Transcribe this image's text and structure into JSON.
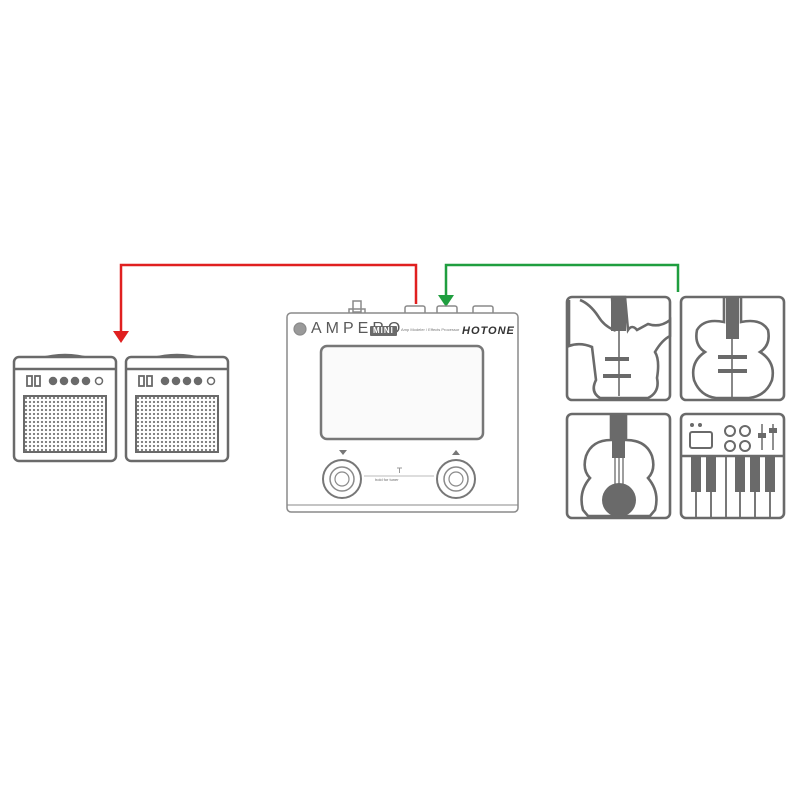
{
  "device": {
    "brand_name": "AMPERO",
    "model_badge": "MINI",
    "description": "Amp Modeler / Effects Processor",
    "maker": "HOTONE",
    "tuner_label": "hold for tuner"
  },
  "connections": {
    "output_color": "#e02020",
    "input_color": "#1f9e3f",
    "line_color": "#6a6a6a"
  },
  "icons": {
    "amplifiers": [
      "amplifier-icon",
      "amplifier-icon"
    ],
    "instruments": [
      "electric-guitar-icon",
      "acoustic-guitar-icon",
      "classical-guitar-icon",
      "keyboard-synth-icon"
    ]
  }
}
